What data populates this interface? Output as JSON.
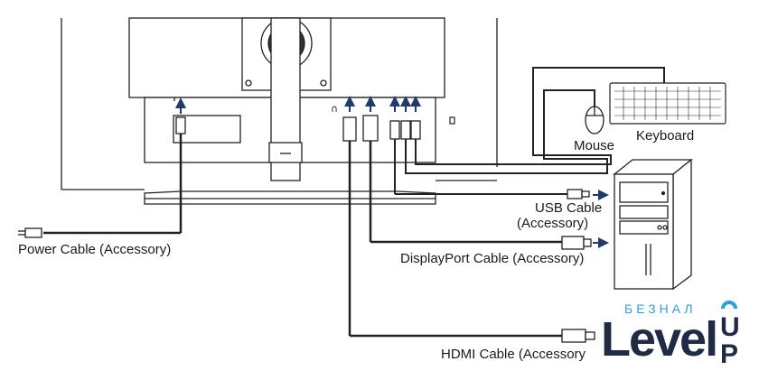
{
  "labels": {
    "mouse": "Mouse",
    "keyboard": "Keyboard",
    "usb_cable_line1": "USB Cable",
    "usb_cable_line2": "(Accessory)",
    "displayport_cable": "DisplayPort Cable (Accessory)",
    "power_cable": "Power Cable (Accessory)",
    "hdmi_cable": "HDMI Cable (Accessory"
  },
  "watermark": {
    "small_text": "БЕЗНАЛ",
    "big_text": "Level",
    "up_text": "UP"
  },
  "colors": {
    "line": "#222222",
    "arrow": "#1f3a6b",
    "brand": "#1f2a44",
    "brand_accent": "#2f9fd8"
  }
}
